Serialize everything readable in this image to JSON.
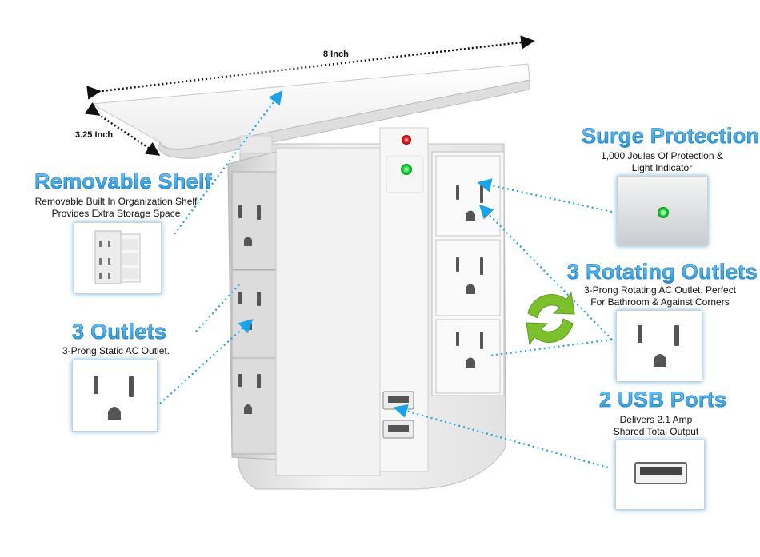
{
  "dimensions": {
    "width_label": "8 Inch",
    "depth_label": "3.25 Inch"
  },
  "features": {
    "removable_shelf": {
      "title": "Removable Shelf",
      "desc_line1": "Removable Built In Organization Shelf",
      "desc_line2": "Provides Extra Storage Space",
      "image_icon": "shelf-product-icon"
    },
    "three_outlets": {
      "title": "3 Outlets",
      "desc_line1": "3-Prong Static AC Outlet.",
      "image_icon": "outlet-icon"
    },
    "surge_protection": {
      "title": "Surge Protection",
      "desc_line1": "1,000 Joules Of Protection &",
      "desc_line2": "Light Indicator",
      "image_icon": "green-led-icon"
    },
    "rotating_outlets": {
      "title": "3 Rotating  Outlets",
      "desc_line1": "3-Prong Rotating AC Outlet. Perfect",
      "desc_line2": "For Bathroom & Against Corners",
      "image_icon": "outlet-icon"
    },
    "usb_ports": {
      "title": "2 USB Ports",
      "desc_line1": "Delivers 2.1 Amp",
      "desc_line2": "Shared Total Output",
      "image_icon": "usb-port-icon"
    }
  },
  "colors": {
    "title_blue": "#1f8fd6",
    "callout_line": "#1aa3e8",
    "led_red": "#ff2a2a",
    "led_green": "#2bea4a",
    "rotate_arrow_green": "#7cc12c"
  }
}
